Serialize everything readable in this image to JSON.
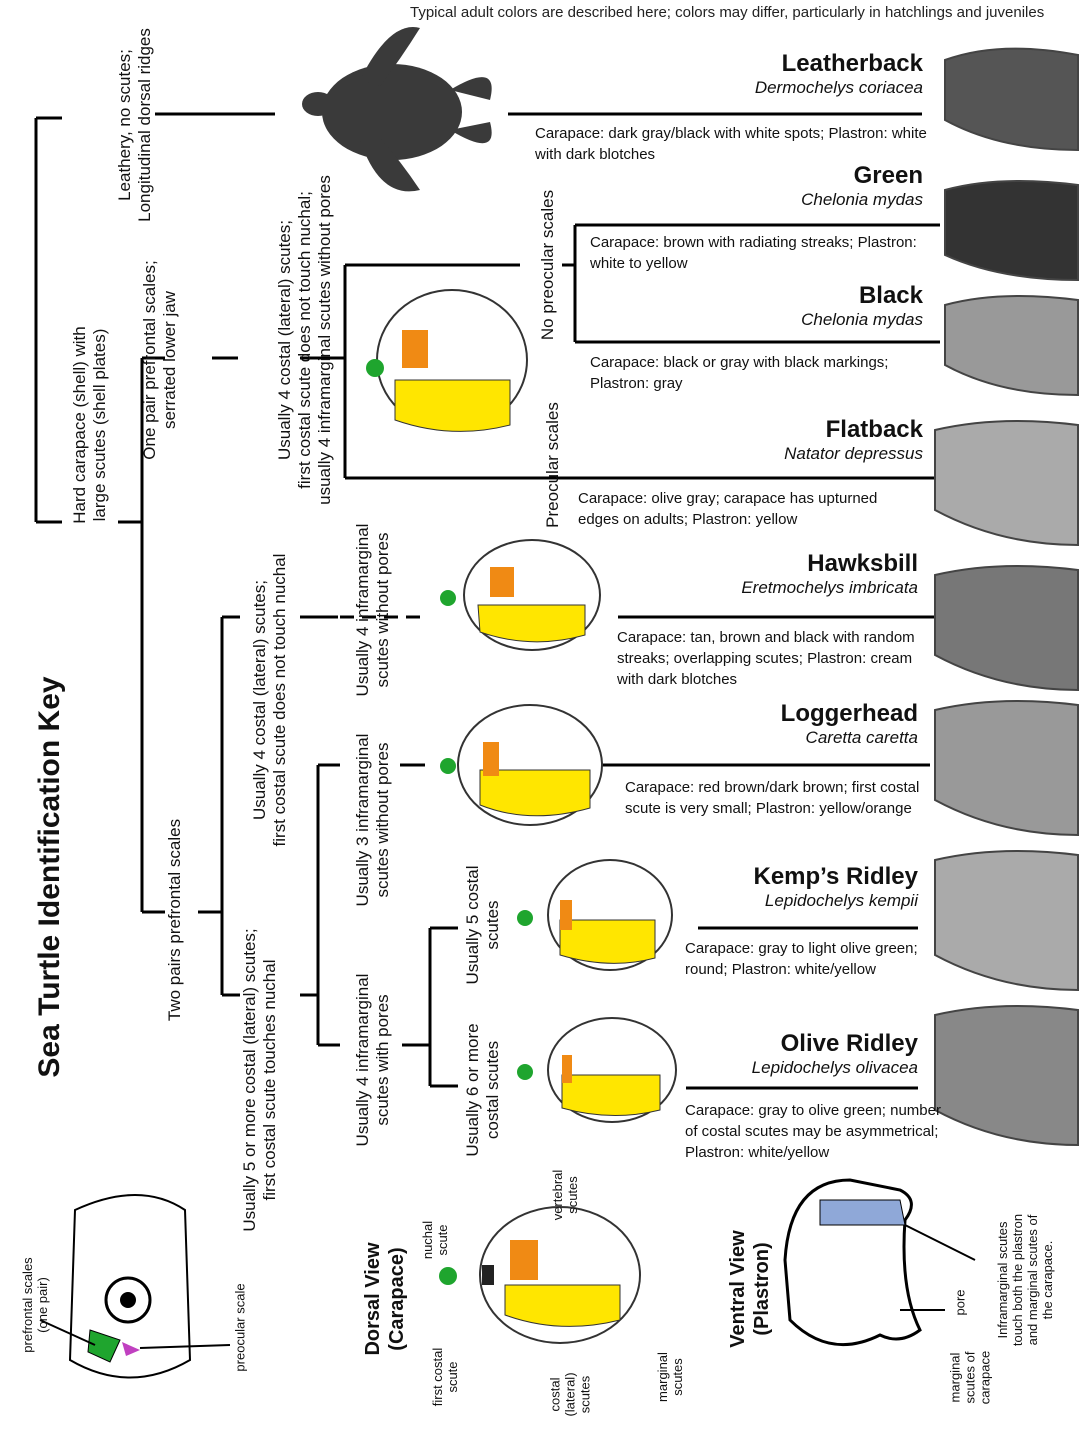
{
  "note": "Typical adult colors are described here; colors may differ, particularly in hatchlings and juveniles",
  "title": "Sea Turtle Identification Key",
  "colors": {
    "yellow": "#ffe600",
    "orange": "#f08a14",
    "green": "#1fa52e",
    "blue": "#8fa8d8",
    "magenta": "#c040c0"
  },
  "key": {
    "leathery": "Leathery, no scutes;\nLongitudinal dorsal ridges",
    "hard": "Hard carapace (shell) with\nlarge scutes (shell plates)",
    "one_pair": "One pair prefrontal scales;\nserrated lower jaw",
    "two_pairs": "Two pairs prefrontal scales",
    "costal_4_top": "Usually 4 costal (lateral) scutes;\nfirst costal scute does not touch nuchal;\nusually 4 inframarginal scutes without pores",
    "costal_4_mid": "Usually 4 costal (lateral) scutes;\nfirst costal scute does not touch nuchal",
    "costal_5": "Usually 5 or more costal (lateral) scutes;\nfirst costal scute touches nuchal",
    "no_preocular": "No preocular scales",
    "preocular": "Preocular scales",
    "infra4_nopores": "Usually 4 inframarginal\nscutes without pores",
    "infra3_nopores": "Usually 3 inframarginal\nscutes without pores",
    "infra4_pores": "Usually 4 inframarginal\nscutes with pores",
    "costal5": "Usually 5 costal\nscutes",
    "costal6": "Usually 6 or more\ncostal scutes"
  },
  "species": [
    {
      "common": "Leatherback",
      "sci": "Dermochelys coriacea",
      "desc": "Carapace: dark gray/black with white spots; Plastron: white with dark blotches"
    },
    {
      "common": "Green",
      "sci": "Chelonia mydas",
      "desc": "Carapace: brown with radiating streaks; Plastron: white to yellow"
    },
    {
      "common": "Black",
      "sci": "Chelonia mydas",
      "desc": "Carapace: black or gray with black markings; Plastron: gray"
    },
    {
      "common": "Flatback",
      "sci": "Natator depressus",
      "desc": "Carapace: olive gray; carapace has upturned edges on adults; Plastron: yellow"
    },
    {
      "common": "Hawksbill",
      "sci": "Eretmochelys imbricata",
      "desc": "Carapace: tan, brown and black with random streaks; overlapping scutes; Plastron: cream with dark blotches"
    },
    {
      "common": "Loggerhead",
      "sci": "Caretta caretta",
      "desc": "Carapace: red brown/dark brown; first costal scute is very small; Plastron: yellow/orange"
    },
    {
      "common": "Kemp’s Ridley",
      "sci": "Lepidochelys kempii",
      "desc": "Carapace: gray to light olive green; round; Plastron: white/yellow"
    },
    {
      "common": "Olive Ridley",
      "sci": "Lepidochelys olivacea",
      "desc": "Carapace: gray to olive green; number of costal scutes may be asymmetrical; Plastron: white/yellow"
    }
  ],
  "bottom": {
    "prefrontal": "prefrontal scales\n(one pair)",
    "preocular": "preocular scale",
    "dorsal": "Dorsal View\n(Carapace)",
    "nuchal": "nuchal\nscute",
    "vertebral": "vertebral\nscutes",
    "first_costal": "first costal\nscute",
    "costal_lateral": "costal\n(lateral)\nscutes",
    "marginal": "marginal\nscutes",
    "ventral": "Ventral View\n(Plastron)",
    "pore": "pore",
    "marginal_carapace": "marginal\nscutes of\ncarapace",
    "inframarginal_note": "Inframarginal scutes\ntouch both the plastron\nand marginal scutes of\nthe carapace."
  }
}
